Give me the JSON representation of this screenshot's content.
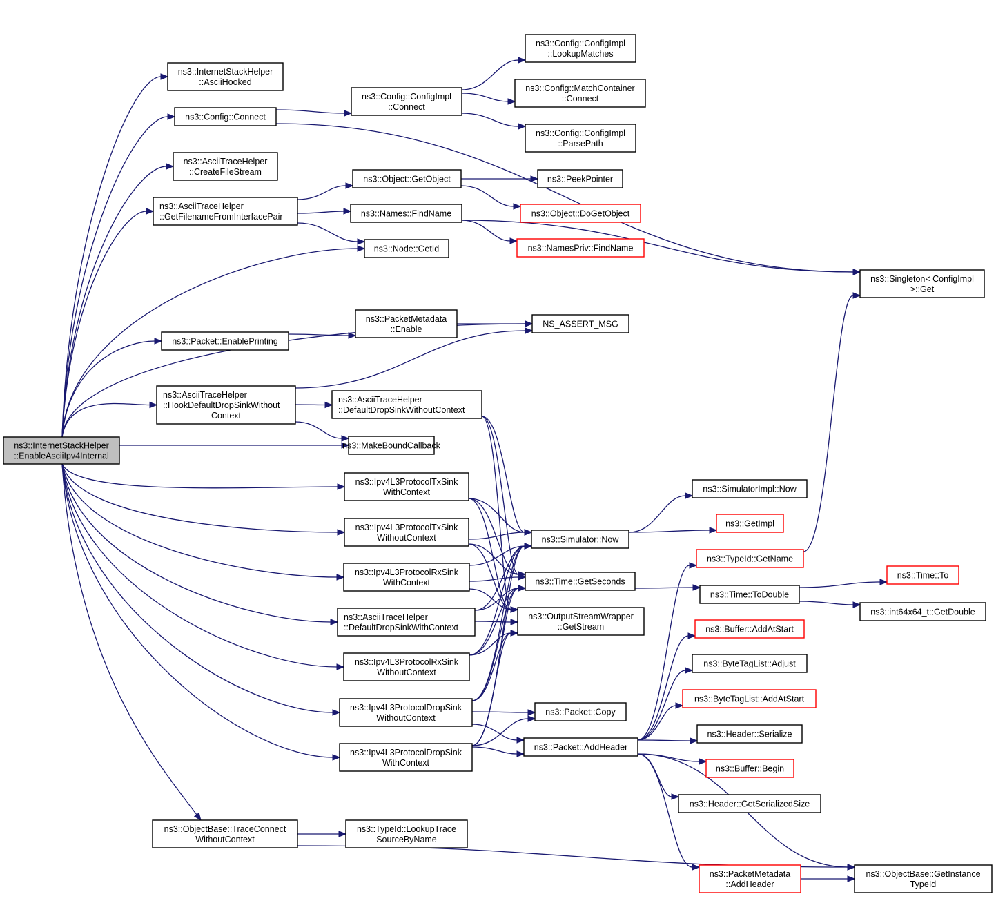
{
  "diagram": {
    "title": "Call graph of ns3::InternetStackHelper::EnableAsciiIpv4Internal",
    "colors": {
      "edge": "#191970",
      "node_border": "#000000",
      "node_border_undocumented": "#ff0000",
      "root_fill": "#bfbfbf",
      "node_fill": "#ffffff"
    },
    "nodes": [
      {
        "id": "root",
        "lines": [
          "ns3::InternetStackHelper",
          "::EnableAsciiIpv4Internal"
        ],
        "root": true
      },
      {
        "id": "asciiHooked",
        "lines": [
          "ns3::InternetStackHelper",
          "::AsciiHooked"
        ]
      },
      {
        "id": "cfgConnect",
        "lines": [
          "ns3::Config::Connect"
        ]
      },
      {
        "id": "createFileStream",
        "lines": [
          "ns3::AsciiTraceHelper",
          "::CreateFileStream"
        ]
      },
      {
        "id": "getFilename",
        "lines": [
          "ns3::AsciiTraceHelper",
          "::GetFilenameFromInterfacePair"
        ],
        "align": "left"
      },
      {
        "id": "cfgImplConnect",
        "lines": [
          "ns3::Config::ConfigImpl",
          "::Connect"
        ]
      },
      {
        "id": "lookupMatches",
        "lines": [
          "ns3::Config::ConfigImpl",
          "::LookupMatches"
        ]
      },
      {
        "id": "matchConnect",
        "lines": [
          "ns3::Config::MatchContainer",
          "::Connect"
        ]
      },
      {
        "id": "parsePath",
        "lines": [
          "ns3::Config::ConfigImpl",
          "::ParsePath"
        ]
      },
      {
        "id": "getObject",
        "lines": [
          "ns3::Object::GetObject"
        ]
      },
      {
        "id": "peekPointer",
        "lines": [
          "ns3::PeekPointer"
        ]
      },
      {
        "id": "doGetObject",
        "lines": [
          "ns3::Object::DoGetObject"
        ],
        "red": true
      },
      {
        "id": "namesFind",
        "lines": [
          "ns3::Names::FindName"
        ]
      },
      {
        "id": "namesPrivFind",
        "lines": [
          "ns3::NamesPriv::FindName"
        ],
        "red": true
      },
      {
        "id": "nodeGetId",
        "lines": [
          "ns3::Node::GetId"
        ]
      },
      {
        "id": "singletonGet",
        "lines": [
          "ns3::Singleton< ConfigImpl",
          ">::Get"
        ]
      },
      {
        "id": "enablePrinting",
        "lines": [
          "ns3::Packet::EnablePrinting"
        ]
      },
      {
        "id": "pmEnable",
        "lines": [
          "ns3::PacketMetadata",
          "::Enable"
        ]
      },
      {
        "id": "nsAssert",
        "lines": [
          "NS_ASSERT_MSG"
        ]
      },
      {
        "id": "hookDrop",
        "lines": [
          "ns3::AsciiTraceHelper",
          "::HookDefaultDropSinkWithout",
          "Context"
        ],
        "align": "left"
      },
      {
        "id": "dropSinkWithout",
        "lines": [
          "ns3::AsciiTraceHelper",
          "::DefaultDropSinkWithoutContext"
        ],
        "align": "left"
      },
      {
        "id": "makeBound",
        "lines": [
          "ns3::MakeBoundCallback"
        ]
      },
      {
        "id": "txWith",
        "lines": [
          "ns3::Ipv4L3ProtocolTxSink",
          "WithContext"
        ]
      },
      {
        "id": "txWithout",
        "lines": [
          "ns3::Ipv4L3ProtocolTxSink",
          "WithoutContext"
        ]
      },
      {
        "id": "rxWith",
        "lines": [
          "ns3::Ipv4L3ProtocolRxSink",
          "WithContext"
        ]
      },
      {
        "id": "dropSinkWith",
        "lines": [
          "ns3::AsciiTraceHelper",
          "::DefaultDropSinkWithContext"
        ],
        "align": "left"
      },
      {
        "id": "rxWithout",
        "lines": [
          "ns3::Ipv4L3ProtocolRxSink",
          "WithoutContext"
        ]
      },
      {
        "id": "dropWithout",
        "lines": [
          "ns3::Ipv4L3ProtocolDropSink",
          "WithoutContext"
        ]
      },
      {
        "id": "dropWith",
        "lines": [
          "ns3::Ipv4L3ProtocolDropSink",
          "WithContext"
        ]
      },
      {
        "id": "traceConnect",
        "lines": [
          "ns3::ObjectBase::TraceConnect",
          "WithoutContext"
        ]
      },
      {
        "id": "lookupTrace",
        "lines": [
          "ns3::TypeId::LookupTrace",
          "SourceByName"
        ]
      },
      {
        "id": "simNow",
        "lines": [
          "ns3::Simulator::Now"
        ]
      },
      {
        "id": "getSeconds",
        "lines": [
          "ns3::Time::GetSeconds"
        ]
      },
      {
        "id": "getStream",
        "lines": [
          "ns3::OutputStreamWrapper",
          "::GetStream"
        ]
      },
      {
        "id": "pktCopy",
        "lines": [
          "ns3::Packet::Copy"
        ]
      },
      {
        "id": "pktAddHeader",
        "lines": [
          "ns3::Packet::AddHeader"
        ]
      },
      {
        "id": "simImplNow",
        "lines": [
          "ns3::SimulatorImpl::Now"
        ]
      },
      {
        "id": "getImpl",
        "lines": [
          "ns3::GetImpl"
        ],
        "red": true
      },
      {
        "id": "typeGetName",
        "lines": [
          "ns3::TypeId::GetName"
        ],
        "red": true
      },
      {
        "id": "toDouble",
        "lines": [
          "ns3::Time::ToDouble"
        ]
      },
      {
        "id": "timeTo",
        "lines": [
          "ns3::Time::To"
        ],
        "red": true
      },
      {
        "id": "int64GetDouble",
        "lines": [
          "ns3::int64x64_t::GetDouble"
        ]
      },
      {
        "id": "bufAddAtStart",
        "lines": [
          "ns3::Buffer::AddAtStart"
        ],
        "red": true
      },
      {
        "id": "btlAdjust",
        "lines": [
          "ns3::ByteTagList::Adjust"
        ]
      },
      {
        "id": "btlAddAtStart",
        "lines": [
          "ns3::ByteTagList::AddAtStart"
        ],
        "red": true
      },
      {
        "id": "hdrSerialize",
        "lines": [
          "ns3::Header::Serialize"
        ]
      },
      {
        "id": "bufBegin",
        "lines": [
          "ns3::Buffer::Begin"
        ],
        "red": true
      },
      {
        "id": "hdrGetSize",
        "lines": [
          "ns3::Header::GetSerializedSize"
        ]
      },
      {
        "id": "pmAddHeader",
        "lines": [
          "ns3::PacketMetadata",
          "::AddHeader"
        ],
        "red": true
      },
      {
        "id": "getInstanceTypeId",
        "lines": [
          "ns3::ObjectBase::GetInstance",
          "TypeId"
        ]
      }
    ],
    "edges": [
      [
        "root",
        "asciiHooked"
      ],
      [
        "root",
        "cfgConnect"
      ],
      [
        "root",
        "createFileStream"
      ],
      [
        "root",
        "getFilename"
      ],
      [
        "root",
        "nodeGetId"
      ],
      [
        "root",
        "nsAssert"
      ],
      [
        "root",
        "enablePrinting"
      ],
      [
        "root",
        "hookDrop"
      ],
      [
        "root",
        "makeBound"
      ],
      [
        "root",
        "txWith"
      ],
      [
        "root",
        "txWithout"
      ],
      [
        "root",
        "rxWith"
      ],
      [
        "root",
        "dropSinkWith"
      ],
      [
        "root",
        "rxWithout"
      ],
      [
        "root",
        "dropWithout"
      ],
      [
        "root",
        "dropWith"
      ],
      [
        "root",
        "traceConnect"
      ],
      [
        "cfgConnect",
        "cfgImplConnect"
      ],
      [
        "cfgConnect",
        "singletonGet"
      ],
      [
        "cfgImplConnect",
        "lookupMatches"
      ],
      [
        "cfgImplConnect",
        "matchConnect"
      ],
      [
        "cfgImplConnect",
        "parsePath"
      ],
      [
        "getFilename",
        "getObject"
      ],
      [
        "getFilename",
        "namesFind"
      ],
      [
        "getFilename",
        "nodeGetId"
      ],
      [
        "getObject",
        "peekPointer"
      ],
      [
        "getObject",
        "doGetObject"
      ],
      [
        "namesFind",
        "namesPrivFind"
      ],
      [
        "namesFind",
        "singletonGet"
      ],
      [
        "enablePrinting",
        "pmEnable"
      ],
      [
        "pmEnable",
        "nsAssert"
      ],
      [
        "hookDrop",
        "nsAssert"
      ],
      [
        "hookDrop",
        "dropSinkWithout"
      ],
      [
        "hookDrop",
        "makeBound"
      ],
      [
        "dropSinkWithout",
        "simNow"
      ],
      [
        "dropSinkWithout",
        "getSeconds"
      ],
      [
        "dropSinkWithout",
        "getStream"
      ],
      [
        "txWith",
        "simNow"
      ],
      [
        "txWith",
        "getSeconds"
      ],
      [
        "txWith",
        "getStream"
      ],
      [
        "txWithout",
        "simNow"
      ],
      [
        "txWithout",
        "getSeconds"
      ],
      [
        "txWithout",
        "getStream"
      ],
      [
        "rxWith",
        "simNow"
      ],
      [
        "rxWith",
        "getSeconds"
      ],
      [
        "rxWith",
        "getStream"
      ],
      [
        "dropSinkWith",
        "simNow"
      ],
      [
        "dropSinkWith",
        "getSeconds"
      ],
      [
        "dropSinkWith",
        "getStream"
      ],
      [
        "rxWithout",
        "simNow"
      ],
      [
        "rxWithout",
        "getSeconds"
      ],
      [
        "rxWithout",
        "getStream"
      ],
      [
        "dropWithout",
        "simNow"
      ],
      [
        "dropWithout",
        "getSeconds"
      ],
      [
        "dropWithout",
        "getStream"
      ],
      [
        "dropWithout",
        "pktCopy"
      ],
      [
        "dropWithout",
        "pktAddHeader"
      ],
      [
        "dropWith",
        "simNow"
      ],
      [
        "dropWith",
        "getSeconds"
      ],
      [
        "dropWith",
        "getStream"
      ],
      [
        "dropWith",
        "pktCopy"
      ],
      [
        "dropWith",
        "pktAddHeader"
      ],
      [
        "simNow",
        "simImplNow"
      ],
      [
        "simNow",
        "getImpl"
      ],
      [
        "getSeconds",
        "toDouble"
      ],
      [
        "toDouble",
        "timeTo"
      ],
      [
        "toDouble",
        "int64GetDouble"
      ],
      [
        "typeGetName",
        "singletonGet"
      ],
      [
        "pktAddHeader",
        "typeGetName"
      ],
      [
        "pktAddHeader",
        "bufAddAtStart"
      ],
      [
        "pktAddHeader",
        "btlAdjust"
      ],
      [
        "pktAddHeader",
        "btlAddAtStart"
      ],
      [
        "pktAddHeader",
        "hdrSerialize"
      ],
      [
        "pktAddHeader",
        "bufBegin"
      ],
      [
        "pktAddHeader",
        "hdrGetSize"
      ],
      [
        "pktAddHeader",
        "getInstanceTypeId"
      ],
      [
        "pktAddHeader",
        "pmAddHeader"
      ],
      [
        "pmAddHeader",
        "getInstanceTypeId"
      ],
      [
        "traceConnect",
        "lookupTrace"
      ],
      [
        "traceConnect",
        "getInstanceTypeId"
      ]
    ]
  }
}
